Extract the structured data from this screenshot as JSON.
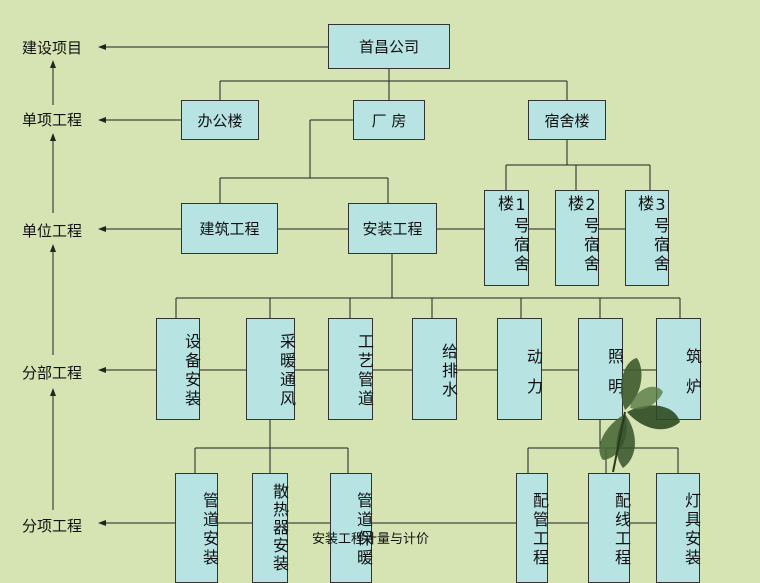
{
  "levels": {
    "construction_project": "建设项目",
    "single_project": "单项工程",
    "unit_project": "单位工程",
    "divisional_project": "分部工程",
    "subitem_project": "分项工程"
  },
  "nodes": {
    "root": "首昌公司",
    "office": "办公楼",
    "factory": "厂 房",
    "dormitory": "宿舍楼",
    "building_eng": "建筑工程",
    "install_eng": "安装工程",
    "dorm1": "1号宿舍楼",
    "dorm2": "2号宿舍楼",
    "dorm3": "3号宿舍楼",
    "div_equipment": "设备安装",
    "div_hvac": "采暖通风",
    "div_process_pipe": "工艺管道",
    "div_water": "给排水",
    "div_power": "动力",
    "div_lighting": "照明",
    "div_furnace": "筑炉",
    "sub_pipe_install": "管道安装",
    "sub_radiator": "散热器安装",
    "sub_pipe_insul": "管道保暖",
    "sub_conduit": "配管工程",
    "sub_wiring": "配线工程",
    "sub_lamp": "灯具安装"
  },
  "footer_text": "安装工程计量与计价"
}
